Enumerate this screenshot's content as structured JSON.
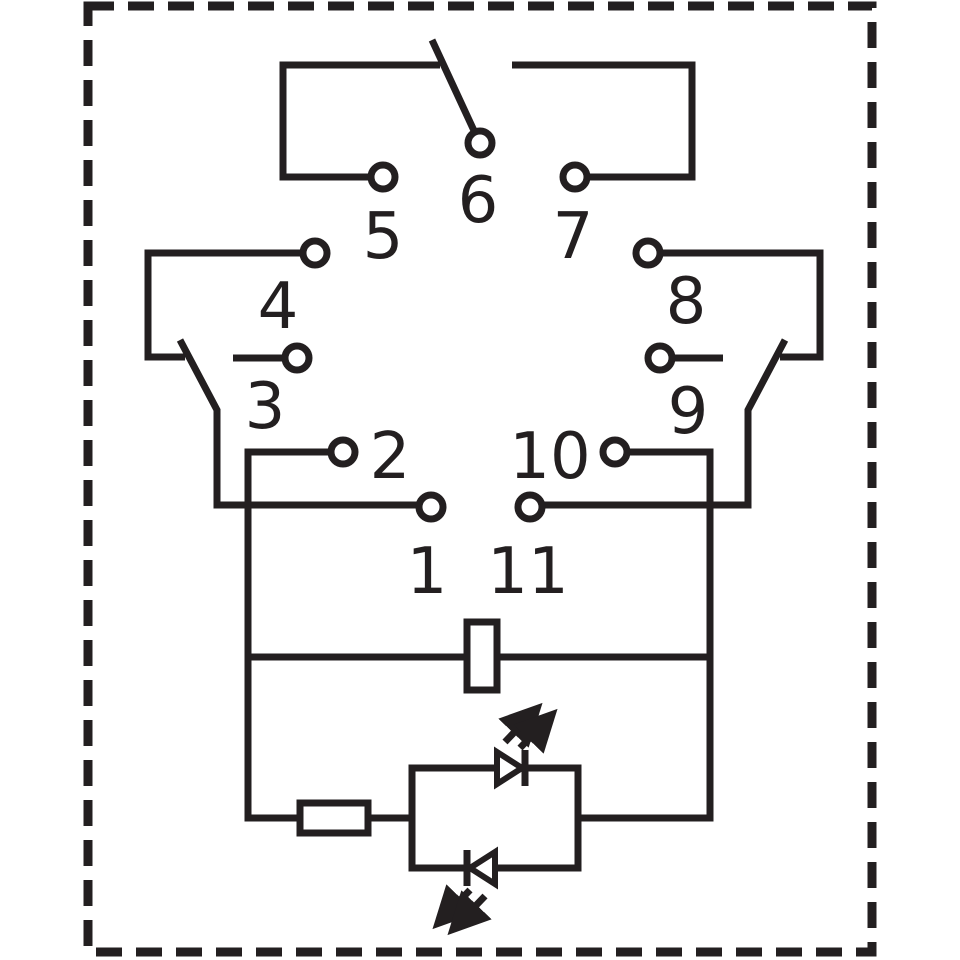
{
  "diagram": {
    "type": "relay-socket-wiring",
    "terminals": {
      "t1": "1",
      "t2": "2",
      "t3": "3",
      "t4": "4",
      "t5": "5",
      "t6": "6",
      "t7": "7",
      "t8": "8",
      "t9": "9",
      "t10": "10",
      "t11": "11"
    },
    "components": [
      "coil",
      "resistor",
      "led-forward",
      "led-reverse",
      "switch-top",
      "switch-left",
      "switch-right"
    ],
    "colors": {
      "stroke": "#231f20",
      "background": "#ffffff"
    }
  }
}
